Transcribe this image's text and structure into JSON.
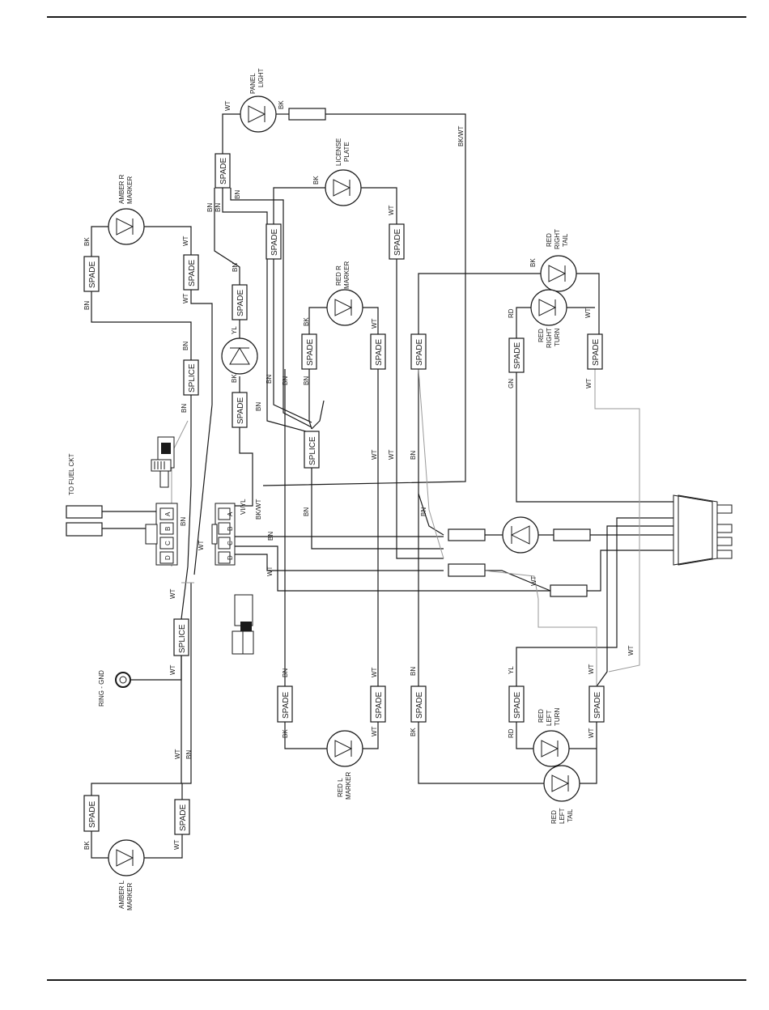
{
  "connector_labels": {
    "spade": "SPADE",
    "splice": "SPLICE",
    "to_fuel_ckt": "TO FUEL CKT",
    "ring_gnd": "RING - GND"
  },
  "lamps": {
    "panel_light": [
      "PANEL",
      "LIGHT"
    ],
    "license_plate": [
      "LICENSE",
      "PLATE"
    ],
    "amber_r_marker": [
      "AMBER R",
      "MARKER"
    ],
    "red_r_marker": [
      "RED R",
      "MARKER"
    ],
    "red_right_tail": [
      "RED",
      "RIGHT",
      "TAIL"
    ],
    "red_right_turn": [
      "RED",
      "RIGHT",
      "TURN"
    ],
    "amber_l_marker": [
      "AMBER L",
      "MARKER"
    ],
    "red_l_marker": [
      "RED L",
      "MARKER"
    ],
    "red_left_turn": [
      "RED",
      "LEFT",
      "TURN"
    ],
    "red_left_tail": [
      "RED",
      "LEFT",
      "TAIL"
    ]
  },
  "wire_colors": {
    "wt": "WT",
    "bk": "BK",
    "bn": "BN",
    "yl": "YL",
    "rd": "RD",
    "gn": "GN",
    "bkwt": "BK/WT",
    "viyl": "VI/YL"
  },
  "pins": [
    "A",
    "B",
    "C",
    "D"
  ]
}
